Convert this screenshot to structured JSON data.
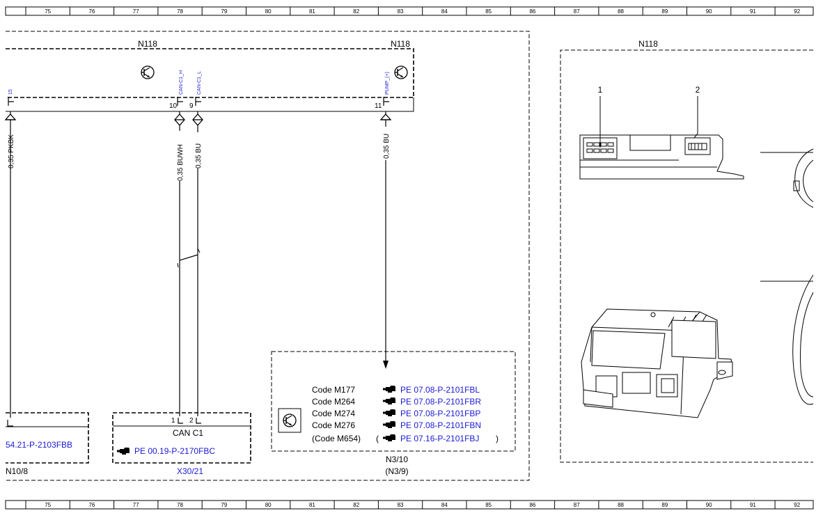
{
  "ruler": {
    "top": [
      "75",
      "76",
      "77",
      "78",
      "79",
      "80",
      "81",
      "82",
      "83",
      "84",
      "85",
      "86",
      "87",
      "88",
      "89",
      "90",
      "91",
      "92"
    ],
    "bottom": [
      "75",
      "76",
      "77",
      "78",
      "79",
      "80",
      "81",
      "82",
      "83",
      "84",
      "85",
      "86",
      "87",
      "88",
      "89",
      "90",
      "91",
      "92"
    ]
  },
  "module_left": {
    "name_left": "N118",
    "name_right": "N118",
    "signals": {
      "s15": "15",
      "can_h": "CAN-C1_H",
      "can_l": "CAN-C1_L",
      "pump": "PUMP_(+)"
    },
    "pins": {
      "p10": "10",
      "p9": "9",
      "p11": "11"
    }
  },
  "wires": {
    "w1": "0,35 PKBK",
    "w2": "0,35 BUWH",
    "w3": "0,35 BU",
    "w4": "0,35 BU"
  },
  "n10": {
    "link": "54.21-P-2103FBB",
    "name": "N10/8"
  },
  "x30": {
    "pin1": "1",
    "pin2": "2",
    "title": "CAN C1",
    "link": "PE 00.19-P-2170FBC",
    "name": "X30/21"
  },
  "n3": {
    "codes": [
      "Code M177",
      "Code M264",
      "Code M274",
      "Code M276",
      "(Code M654)"
    ],
    "links": [
      "PE 07.08-P-2101FBL",
      "PE 07.08-P-2101FBR",
      "PE 07.08-P-2101FBP",
      "PE 07.08-P-2101FBN",
      "PE 07.16-P-2101FBJ"
    ],
    "paren_open": "(",
    "paren_close": ")",
    "name": "N3/10",
    "alt_name": "(N3/9)"
  },
  "pictorial": {
    "name": "N118",
    "callout1": "1",
    "callout2": "2"
  },
  "icons": {
    "transistor": "transistor-icon",
    "pointer": "pointing-hand-icon"
  },
  "colors": {
    "link_blue": "#1a1ad6",
    "line": "#000000"
  }
}
